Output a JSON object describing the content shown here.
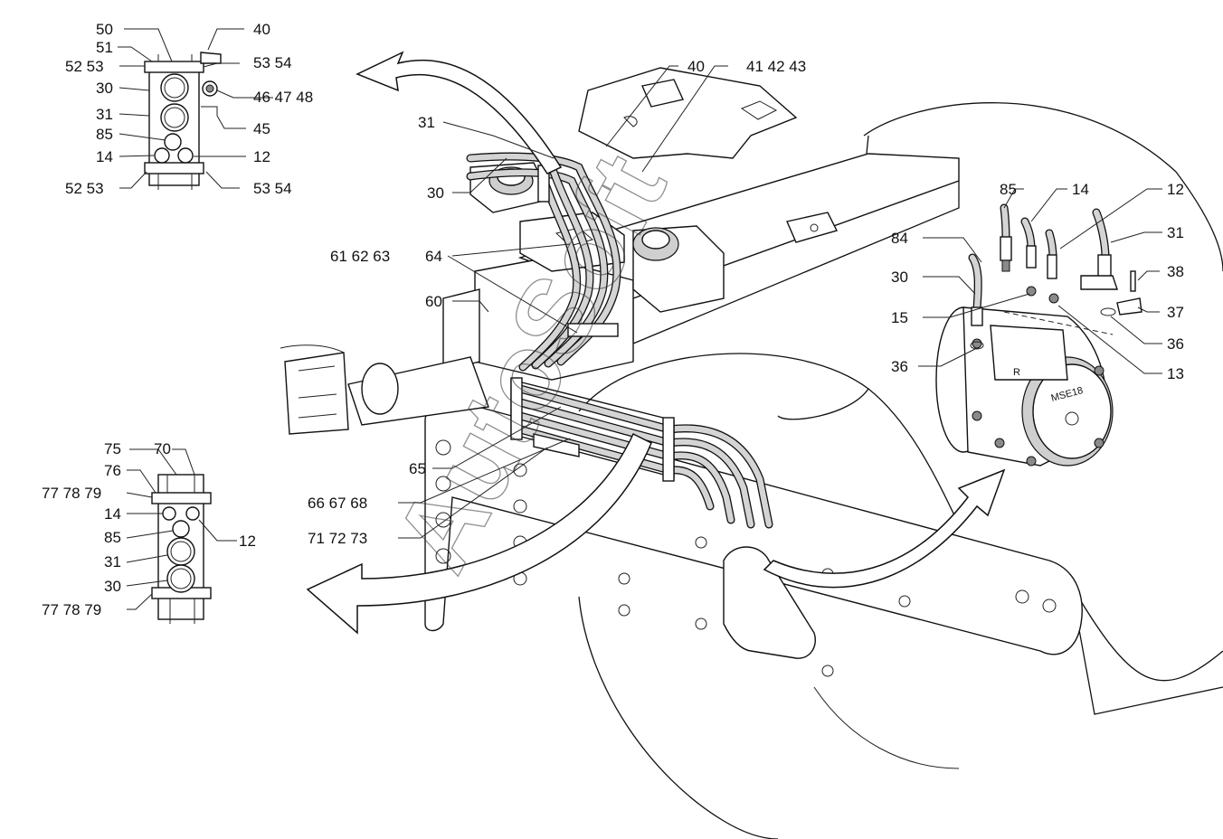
{
  "watermark": "AutoSoft",
  "motor_marking": "MSE18",
  "motor_port_mark": "R",
  "callouts": {
    "tl": [
      "50",
      "40",
      "51",
      "52  53",
      "53  54",
      "30",
      "46  47  48",
      "31",
      "45",
      "85",
      "14",
      "12",
      "52  53",
      "53  54"
    ],
    "bl": [
      "75",
      "70",
      "76",
      "77  78  79",
      "14",
      "12",
      "85",
      "31",
      "30",
      "77  78  79"
    ],
    "main": [
      "40",
      "41  42  43",
      "31",
      "30",
      "61  62  63",
      "64",
      "60",
      "65",
      "66  67  68",
      "71  72  73"
    ],
    "motor": [
      "85",
      "14",
      "12",
      "84",
      "31",
      "30",
      "38",
      "15",
      "37",
      "36",
      "36",
      "13"
    ]
  }
}
